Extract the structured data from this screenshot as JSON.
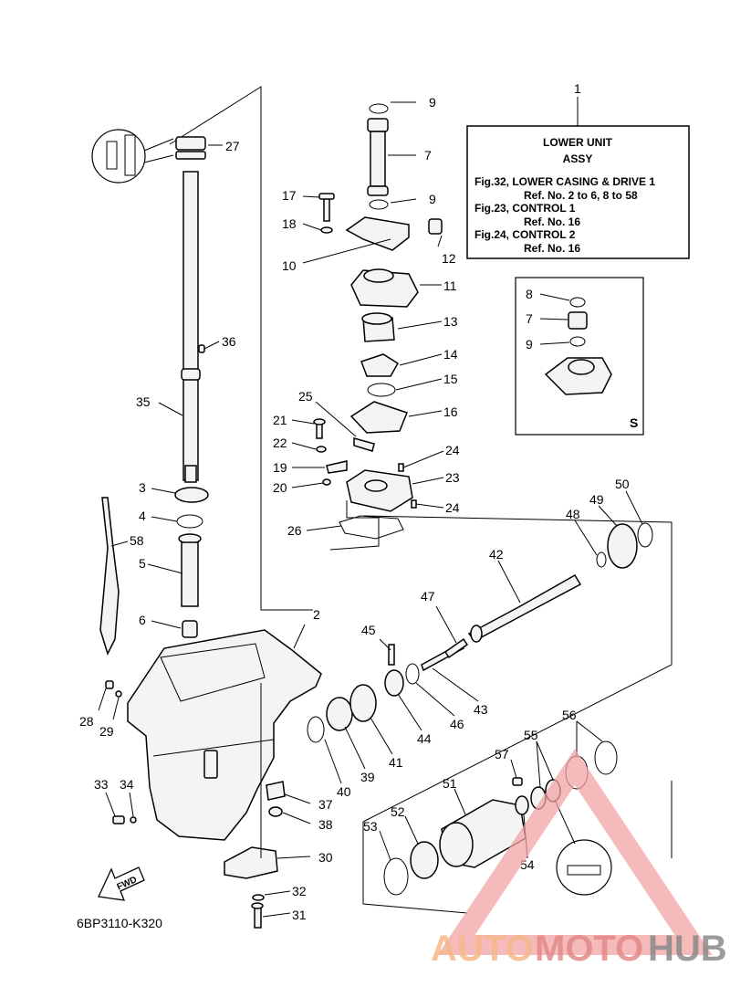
{
  "diagram_code": "6BP3110-K320",
  "fwd_label": "FWD",
  "service_mark": "S",
  "info_box": {
    "line1": "LOWER UNIT",
    "line2": "ASSY",
    "line3": "Fig.32, LOWER CASING & DRIVE 1",
    "line4": "Ref. No. 2 to 6, 8 to 58",
    "line5": "Fig.23, CONTROL 1",
    "line6": "Ref. No. 16",
    "line7": "Fig.24, CONTROL 2",
    "line8": "Ref. No. 16"
  },
  "callouts": {
    "n1": "1",
    "n2": "2",
    "n3": "3",
    "n4": "4",
    "n5": "5",
    "n6": "6",
    "n7": "7",
    "n7b": "7",
    "n8": "8",
    "n9a": "9",
    "n9b": "9",
    "n9c": "9",
    "n10": "10",
    "n11": "11",
    "n12": "12",
    "n13": "13",
    "n14": "14",
    "n15": "15",
    "n16": "16",
    "n17": "17",
    "n18": "18",
    "n19": "19",
    "n20": "20",
    "n21": "21",
    "n22": "22",
    "n23": "23",
    "n24a": "24",
    "n24b": "24",
    "n25": "25",
    "n26": "26",
    "n27": "27",
    "n28": "28",
    "n29": "29",
    "n30": "30",
    "n31": "31",
    "n32": "32",
    "n33": "33",
    "n34": "34",
    "n35": "35",
    "n36": "36",
    "n37": "37",
    "n38": "38",
    "n39": "39",
    "n40": "40",
    "n41": "41",
    "n42": "42",
    "n43": "43",
    "n44": "44",
    "n45": "45",
    "n46": "46",
    "n47": "47",
    "n48": "48",
    "n49": "49",
    "n50": "50",
    "n51": "51",
    "n52": "52",
    "n53": "53",
    "n54": "54",
    "n55": "55",
    "n56": "56",
    "n57": "57",
    "n58": "58"
  },
  "watermark": {
    "part1": "AUTO",
    "part2": "MOTO",
    "part3": "HUB"
  }
}
